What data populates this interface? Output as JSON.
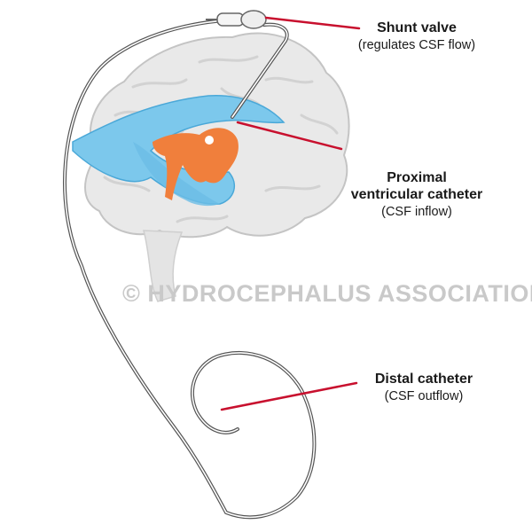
{
  "labels": {
    "shunt_valve": {
      "title": "Shunt valve",
      "subtitle": "(regulates CSF flow)"
    },
    "proximal": {
      "title_line1": "Proximal",
      "title_line2": "ventricular catheter",
      "subtitle": "(CSF inflow)"
    },
    "distal": {
      "title": "Distal catheter",
      "subtitle": "(CSF outflow)"
    }
  },
  "watermark": "© HYDROCEPHALUS ASSOCIATION",
  "colors": {
    "leader": "#c8102e",
    "ventricle": "#7cc8ec",
    "ventricle_stroke": "#4aa8d8",
    "third_ventricle": "#f07f3c",
    "brain_fill": "#e9e9e9",
    "brain_stroke": "#c4c4c4",
    "tube": "#555555"
  }
}
